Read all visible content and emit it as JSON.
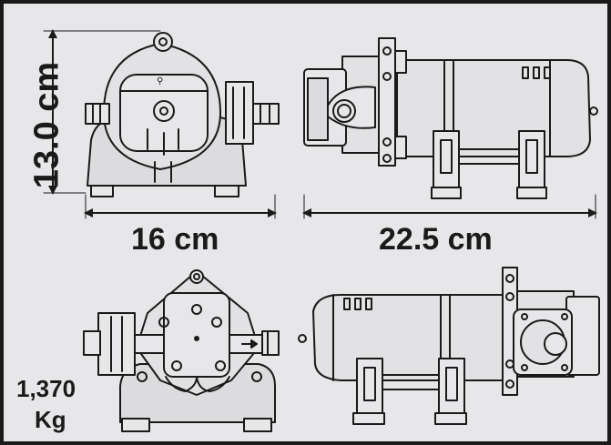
{
  "dimensions": {
    "height": "13.0 cm",
    "width": "16 cm",
    "length": "22.5 cm"
  },
  "weight": {
    "value": "1,370",
    "unit": "Kg"
  },
  "colors": {
    "background": "#e7e7e9",
    "line": "#1a1a1a",
    "fill": "#d8d8da"
  }
}
